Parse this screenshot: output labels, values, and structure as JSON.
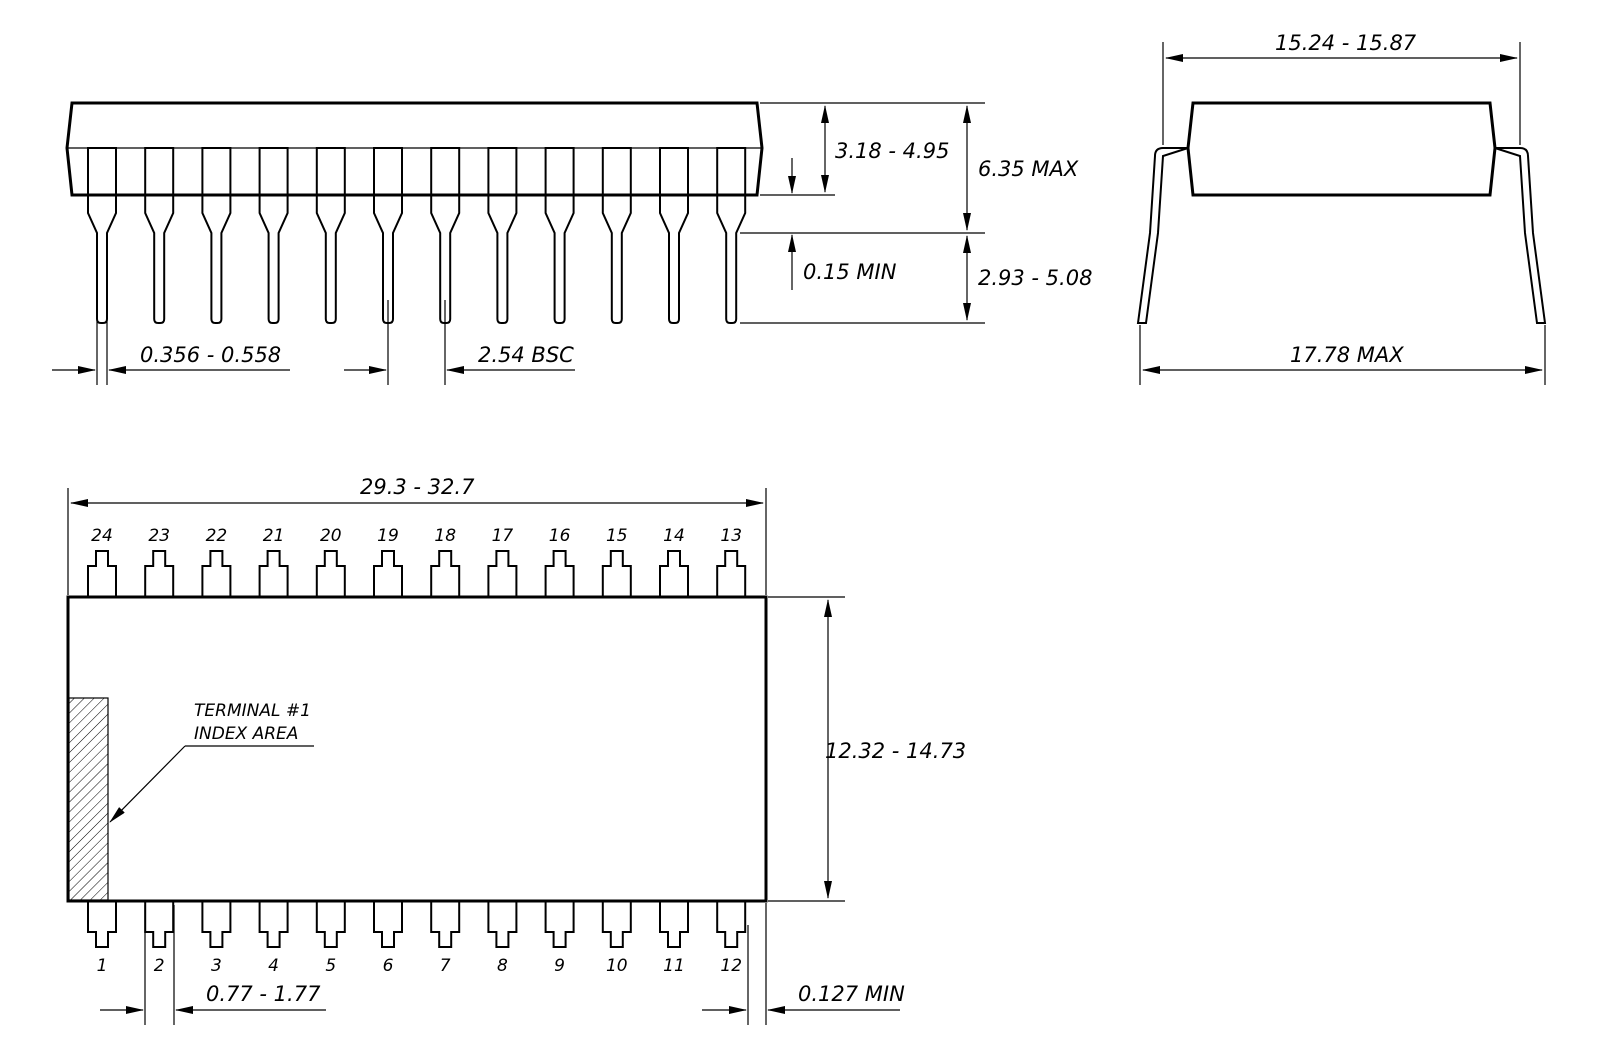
{
  "side_view": {
    "dims": {
      "body_height": "3.18 - 4.95",
      "seating_plane": "0.15 MIN",
      "overall_height": "6.35 MAX",
      "lead_length": "2.93 - 5.08",
      "lead_width": "0.356 - 0.558",
      "pitch": "2.54 BSC"
    }
  },
  "end_view": {
    "dims": {
      "row_spacing": "15.24 - 15.87",
      "lead_span": "17.78 MAX"
    }
  },
  "top_view": {
    "dims": {
      "length": "29.3 - 32.7",
      "width": "12.32 - 14.73",
      "shoulder_width": "0.77 - 1.77",
      "end_clearance": "0.127 MIN"
    },
    "index_label_line1": "TERMINAL #1",
    "index_label_line2": "INDEX AREA",
    "top_pins": [
      "24",
      "23",
      "22",
      "21",
      "20",
      "19",
      "18",
      "17",
      "16",
      "15",
      "14",
      "13"
    ],
    "bottom_pins": [
      "1",
      "2",
      "3",
      "4",
      "5",
      "6",
      "7",
      "8",
      "9",
      "10",
      "11",
      "12"
    ]
  }
}
